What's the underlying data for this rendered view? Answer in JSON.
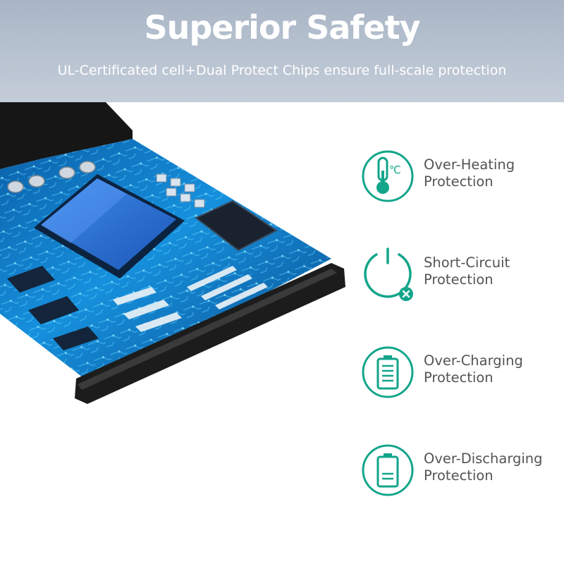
{
  "header": {
    "title": "Superior Safety",
    "subtitle": "UL-Certificated cell+Dual Protect Chips ensure full-scale protection"
  },
  "accent_color": "#12a58a",
  "features": [
    {
      "icon": "thermometer-icon",
      "line1": "Over-Heating",
      "line2": "Protection",
      "unit": "℃"
    },
    {
      "icon": "power-icon",
      "line1": "Short-Circuit",
      "line2": "Protection"
    },
    {
      "icon": "battery-full-icon",
      "line1": "Over-Charging",
      "line2": "Protection"
    },
    {
      "icon": "battery-low-icon",
      "line1": "Over-Discharging",
      "line2": "Protection"
    }
  ]
}
